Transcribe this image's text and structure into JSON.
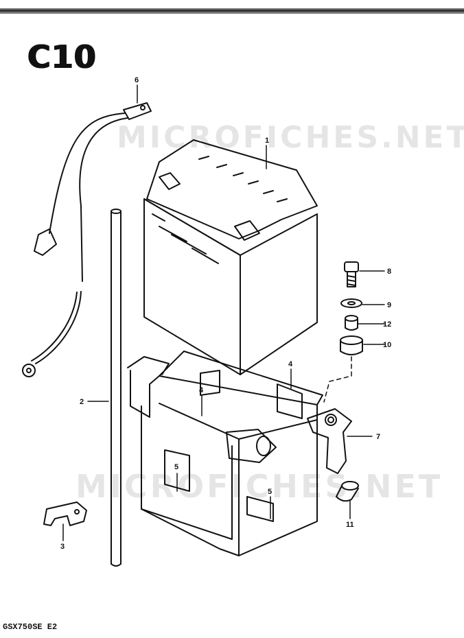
{
  "page": {
    "code": "C10",
    "footer": "GSX750SE E2",
    "watermark": "MICROFICHES.NET"
  },
  "callouts": [
    {
      "id": "1",
      "label": "1"
    },
    {
      "id": "2",
      "label": "2"
    },
    {
      "id": "3",
      "label": "3"
    },
    {
      "id": "4a",
      "label": "4"
    },
    {
      "id": "4b",
      "label": "4"
    },
    {
      "id": "5a",
      "label": "5"
    },
    {
      "id": "5b",
      "label": "5"
    },
    {
      "id": "6",
      "label": "6"
    },
    {
      "id": "7",
      "label": "7"
    },
    {
      "id": "8",
      "label": "8"
    },
    {
      "id": "9",
      "label": "9"
    },
    {
      "id": "10",
      "label": "10"
    },
    {
      "id": "11",
      "label": "11"
    },
    {
      "id": "12",
      "label": "12"
    }
  ]
}
